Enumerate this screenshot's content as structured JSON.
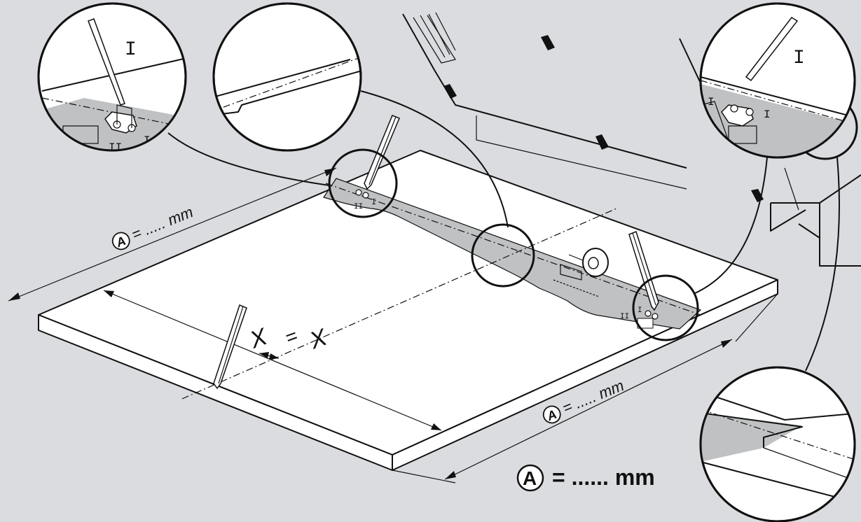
{
  "labels": {
    "dim_top_left": "= ..... mm",
    "dim_bottom_right": "= ..... mm",
    "dim_main": "= ...... mm",
    "circled_letter": "A",
    "x_left": "X",
    "equals": "=",
    "x_right": "X",
    "roman_left": "I",
    "roman_right": "I"
  },
  "colors": {
    "background": "#dadcdf",
    "paper": "#ffffff",
    "template_strip": "#bfc1c3",
    "line": "#111111"
  }
}
